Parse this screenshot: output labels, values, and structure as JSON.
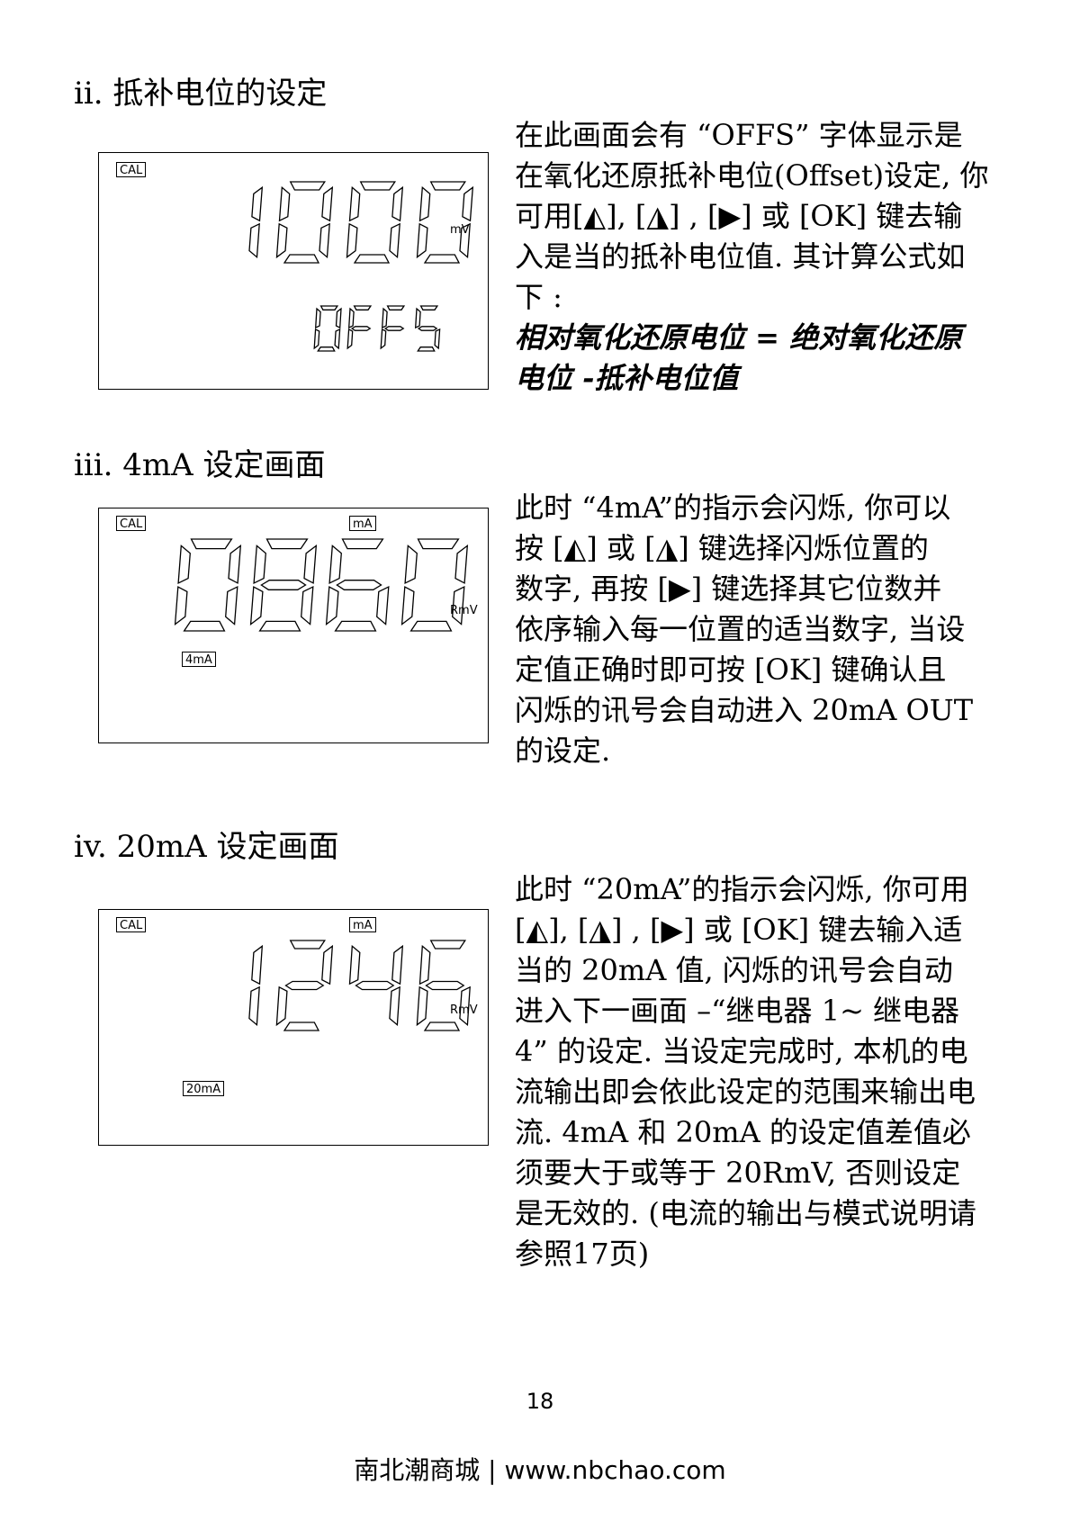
{
  "sections": [
    {
      "heading": "ii. 抵补电位的设定",
      "lcd": {
        "main_digits": "1000",
        "sub_text": "OFFS",
        "labels": {
          "cal": "CAL",
          "unit": "mV"
        }
      },
      "paragraph": {
        "lines": [
          "在此画面会有 “OFFS” 字体显示是",
          "在氧化还原抵补电位(Offset)设定, 你",
          "可用[◭], [◮] , [▶] 或 [OK] 键去输",
          "入是当的抵补电位值. 其计算公式如",
          "下 :"
        ],
        "formula_lines": [
          "相对氧化还原电位 = 绝对氧化还原",
          "电位 -抵补电位值"
        ]
      }
    },
    {
      "heading": "iii. 4mA 设定画面",
      "lcd": {
        "main_digits": "0860",
        "labels": {
          "cal": "CAL",
          "ma": "mA",
          "unit": "RmV",
          "indicator": "4mA"
        }
      },
      "paragraph": {
        "lines": [
          "此时 “4mA”的指示会闪烁, 你可以",
          "按 [◭] 或 [◮] 键选择闪烁位置的",
          "数字, 再按 [▶] 键选择其它位数并",
          "依序输入每一位置的适当数字, 当设",
          "定值正确时即可按 [OK] 键确认且",
          "闪烁的讯号会自动进入 20mA OUT",
          "的设定."
        ]
      }
    },
    {
      "heading": "iv. 20mA 设定画面",
      "lcd": {
        "main_digits": "1246",
        "labels": {
          "cal": "CAL",
          "ma": "mA",
          "unit": "RmV",
          "indicator": "20mA"
        }
      },
      "paragraph": {
        "lines": [
          "此时 “20mA”的指示会闪烁, 你可用",
          "[◭], [◮] , [▶] 或 [OK] 键去输入适",
          "当的 20mA 值, 闪烁的讯号会自动",
          "进入下一画面 –“继电器 1~ 继电器",
          "4” 的设定. 当设定完成时, 本机的电",
          "流输出即会依此设定的范围来输出电",
          "流. 4mA 和 20mA 的设定值差值必",
          "须要大于或等于 20RmV, 否则设定",
          "是无效的. (电流的输出与模式说明请",
          "参照17页)"
        ]
      }
    }
  ],
  "page_number": "18",
  "footer": "南北潮商城 | www.nbchao.com"
}
